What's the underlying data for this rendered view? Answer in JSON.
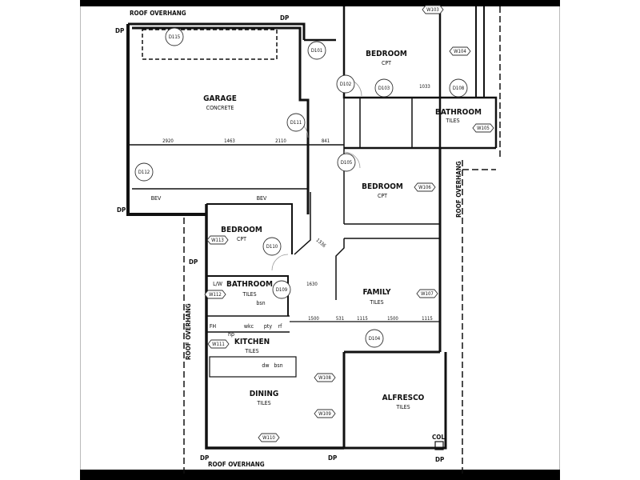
{
  "rooms": {
    "garage": {
      "name": "GARAGE",
      "finish": "CONCRETE"
    },
    "bedroom1": {
      "name": "BEDROOM",
      "finish": "CPT"
    },
    "bathroom1": {
      "name": "BATHROOM",
      "finish": "TILES"
    },
    "bedroom2": {
      "name": "BEDROOM",
      "finish": "CPT"
    },
    "bedroom3": {
      "name": "BEDROOM",
      "finish": "CPT"
    },
    "bathroom2": {
      "name": "BATHROOM",
      "finish": "TILES"
    },
    "kitchen": {
      "name": "KITCHEN",
      "finish": "TILES"
    },
    "family": {
      "name": "FAMILY",
      "finish": "TILES"
    },
    "dining": {
      "name": "DINING",
      "finish": "TILES"
    },
    "alfresco": {
      "name": "ALFRESCO",
      "finish": "TILES"
    }
  },
  "notes": {
    "roof_overhang": "ROOF OVERHANG",
    "dp": "DP",
    "col": "COL"
  },
  "fixtures": [
    "BEV",
    "BEV",
    "L/W",
    "bsn",
    "FH",
    "wkc",
    "pty",
    "rf",
    "dw",
    "bsn",
    "hp"
  ],
  "tags": [
    "D115",
    "D101",
    "D102",
    "D103",
    "W104",
    "D108",
    "D111",
    "D112",
    "D105",
    "W106",
    "W103",
    "D110",
    "W113",
    "W112",
    "D109",
    "W111",
    "D104",
    "W107",
    "W108",
    "W109",
    "W110",
    "W105"
  ],
  "dimensions": [
    "2920",
    "1463",
    "2110",
    "841",
    "1033",
    "1630",
    "1500",
    "531",
    "1115",
    "1500",
    "1115",
    "1336"
  ]
}
